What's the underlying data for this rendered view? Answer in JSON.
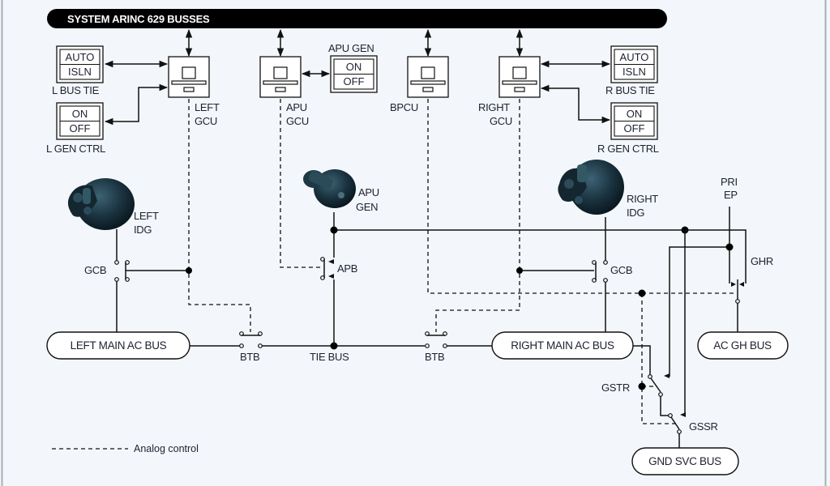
{
  "header": {
    "title": "SYSTEM ARINC 629 BUSSES"
  },
  "controllers": [
    {
      "id": "left-gcu",
      "label_line1": "LEFT",
      "label_line2": "GCU"
    },
    {
      "id": "apu-gcu",
      "label_line1": "APU",
      "label_line2": "GCU"
    },
    {
      "id": "bpcu",
      "label_line1": "BPCU",
      "label_line2": ""
    },
    {
      "id": "right-gcu",
      "label_line1": "RIGHT",
      "label_line2": "GCU"
    }
  ],
  "switches": {
    "l_bus_tie": {
      "label": "L BUS TIE",
      "top": "AUTO",
      "bottom": "ISLN"
    },
    "l_gen_ctrl": {
      "label": "L GEN CTRL",
      "top": "ON",
      "bottom": "OFF"
    },
    "apu_gen": {
      "label": "APU GEN",
      "top": "ON",
      "bottom": "OFF"
    },
    "r_bus_tie": {
      "label": "R BUS TIE",
      "top": "AUTO",
      "bottom": "ISLN"
    },
    "r_gen_ctrl": {
      "label": "R GEN CTRL",
      "top": "ON",
      "bottom": "OFF"
    }
  },
  "generators": {
    "left_idg": {
      "line1": "LEFT",
      "line2": "IDG"
    },
    "apu_gen": {
      "line1": "APU",
      "line2": "GEN"
    },
    "right_idg": {
      "line1": "RIGHT",
      "line2": "IDG"
    }
  },
  "breakers": {
    "left_gcb": "GCB",
    "apb": "APB",
    "right_gcb": "GCB",
    "left_btb": "BTB",
    "right_btb": "BTB",
    "ghr": "GHR",
    "gstr": "GSTR",
    "gssr": "GSSR"
  },
  "external_power": {
    "line1": "PRI",
    "line2": "EP"
  },
  "buses": {
    "left_main": "LEFT MAIN AC BUS",
    "tie": "TIE BUS",
    "right_main": "RIGHT MAIN AC BUS",
    "ac_gh": "AC GH BUS",
    "gnd_svc": "GND SVC BUS"
  },
  "legend": {
    "analog_control": "Analog control"
  }
}
